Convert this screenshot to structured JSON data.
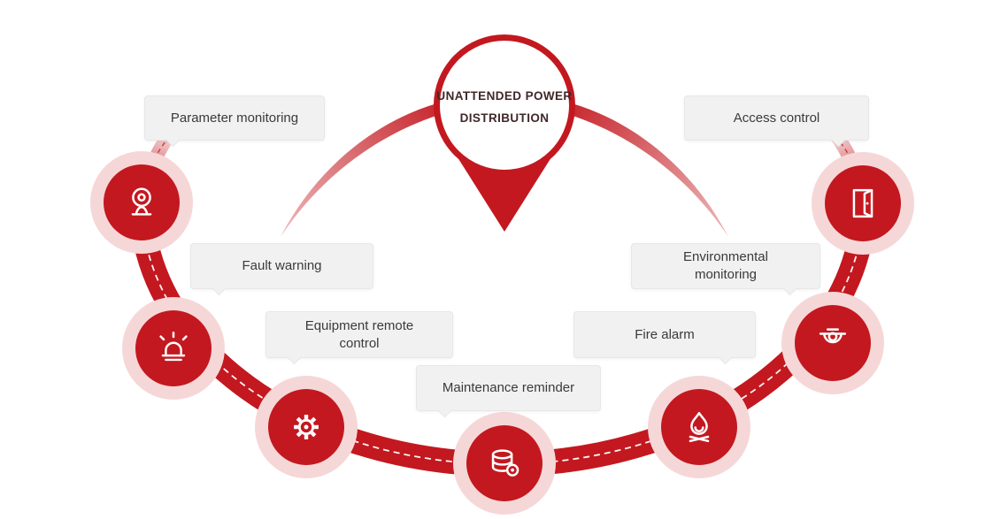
{
  "diagram": {
    "center": {
      "line1": "UNATTENDED POWER",
      "line2": "DISTRIBUTION"
    },
    "nodes": [
      {
        "id": "parameter-monitoring",
        "label": "Parameter monitoring",
        "icon": "webcam-icon"
      },
      {
        "id": "fault-warning",
        "label": "Fault warning",
        "icon": "siren-icon"
      },
      {
        "id": "equipment-remote-control",
        "label": "Equipment remote control",
        "icon": "gear-icon"
      },
      {
        "id": "maintenance-reminder",
        "label": "Maintenance reminder",
        "icon": "database-icon"
      },
      {
        "id": "fire-alarm",
        "label": "Fire alarm",
        "icon": "flame-icon"
      },
      {
        "id": "environmental-monitoring",
        "label": "Environmental monitoring",
        "icon": "dome-camera-icon"
      },
      {
        "id": "access-control",
        "label": "Access control",
        "icon": "door-icon"
      }
    ],
    "colors": {
      "accent_red": "#c3181f",
      "halo_pink": "#f6d7d8",
      "label_bg": "#f1f1f1",
      "label_text": "#3a3a3a",
      "title_text": "#40272a"
    }
  }
}
